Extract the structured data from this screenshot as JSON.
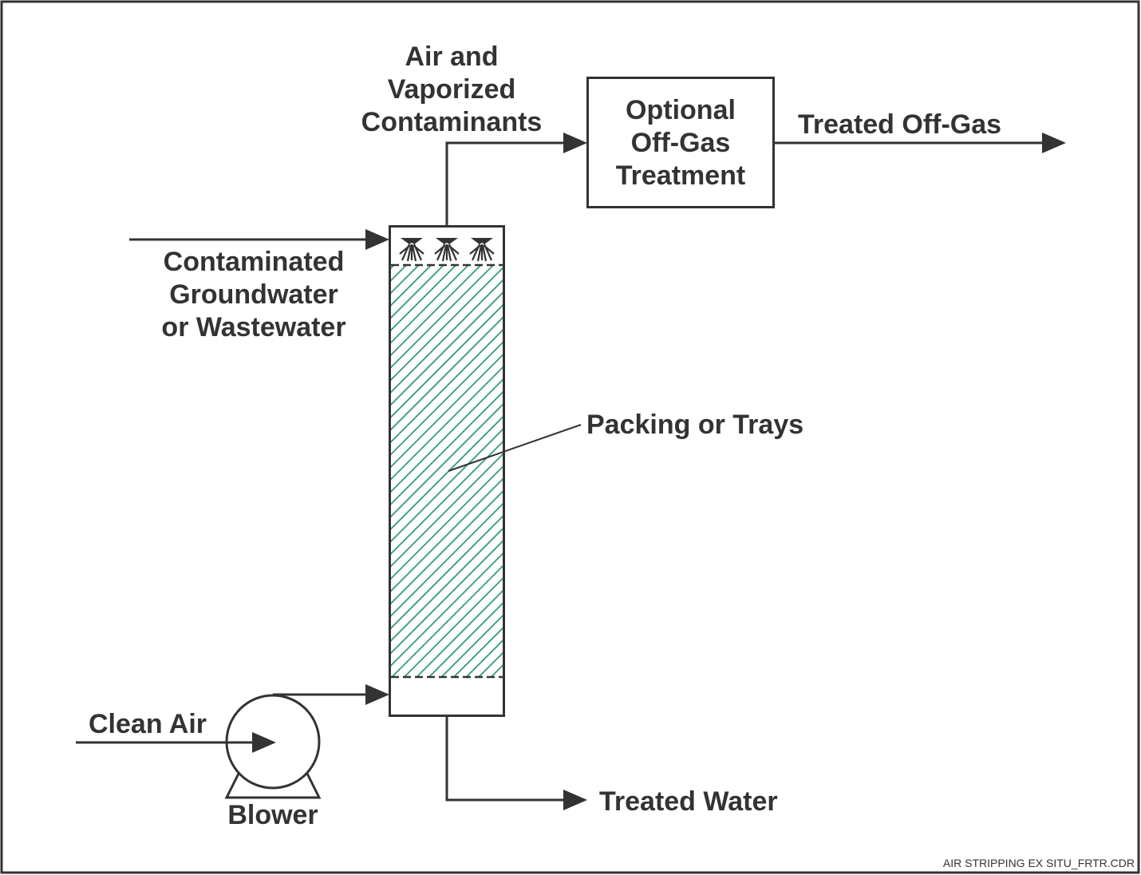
{
  "labels": {
    "air_vapor": [
      "Air and",
      "Vaporized",
      "Contaminants"
    ],
    "offgas_box": [
      "Optional",
      "Off-Gas",
      "Treatment"
    ],
    "treated_offgas": "Treated Off-Gas",
    "contaminated": [
      "Contaminated",
      "Groundwater",
      "or Wastewater"
    ],
    "packing": "Packing or Trays",
    "clean_air": "Clean Air",
    "blower": "Blower",
    "treated_water": "Treated Water",
    "file_name": "AIR STRIPPING EX SITU_FRTR.CDR"
  },
  "colors": {
    "line": "#333333",
    "packing_hatch": "#2e9a6e",
    "background": "#ffffff"
  }
}
